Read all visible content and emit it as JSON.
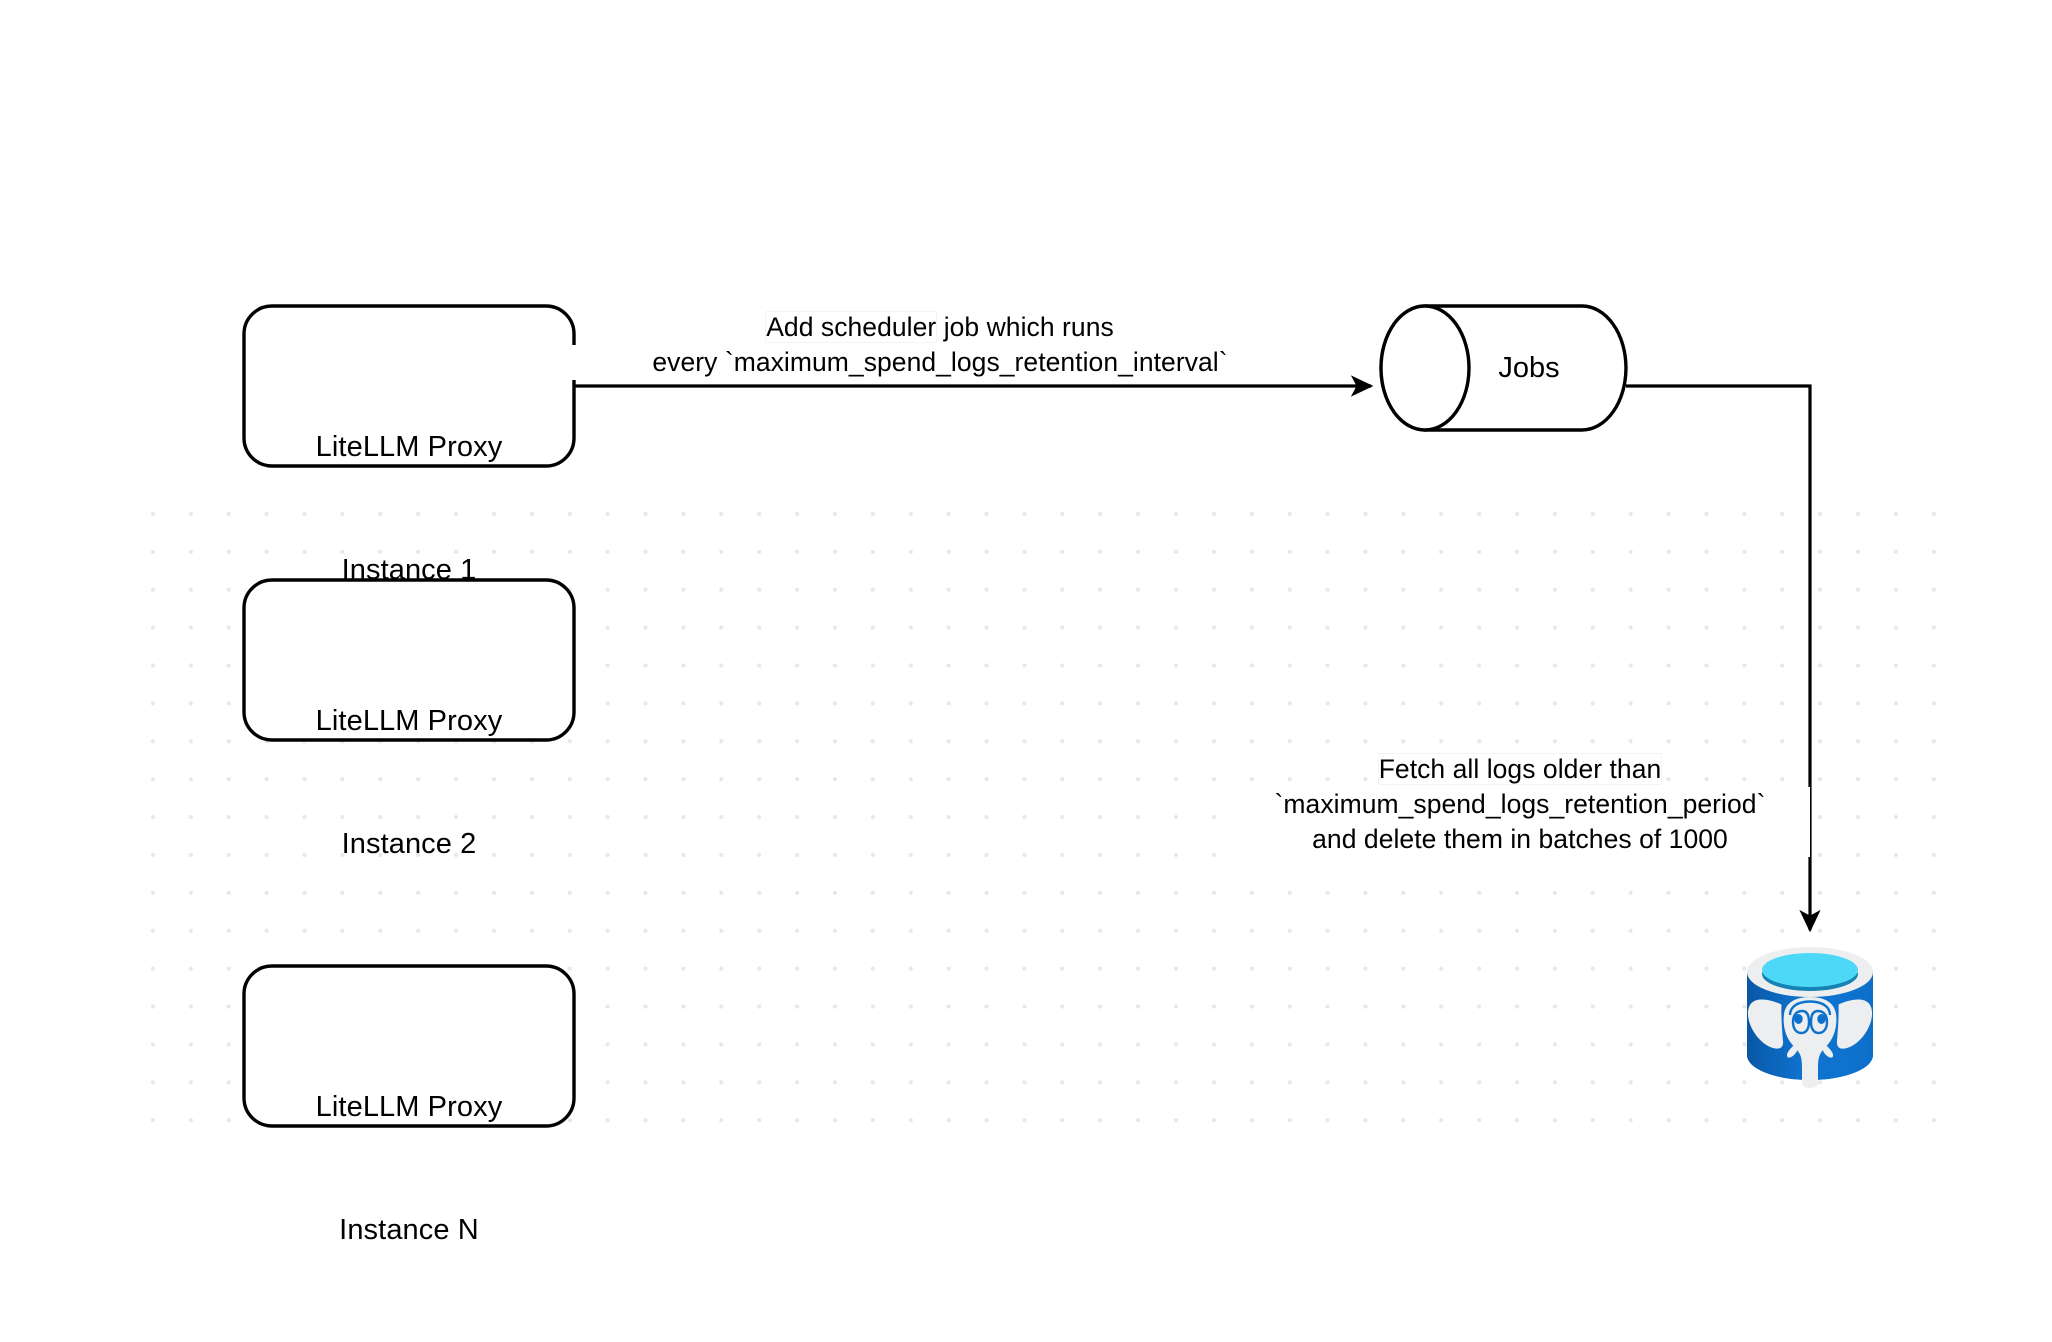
{
  "diagram": {
    "title": "LiteLLM spend logs retention scheduler flow",
    "background": "#ffffff",
    "grid_dot_color": "#e7e8e9",
    "stroke_color": "#000000"
  },
  "nodes": [
    {
      "id": "proxy-1",
      "shape": "rounded-rect",
      "line1": "LiteLLM Proxy",
      "line2": "Instance 1"
    },
    {
      "id": "proxy-2",
      "shape": "rounded-rect",
      "line1": "LiteLLM Proxy",
      "line2": "Instance 2"
    },
    {
      "id": "proxy-n",
      "shape": "rounded-rect",
      "line1": "LiteLLM Proxy",
      "line2": "Instance N"
    },
    {
      "id": "jobs",
      "shape": "cylinder-horizontal",
      "label": "Jobs"
    },
    {
      "id": "postgres",
      "shape": "database-icon",
      "icon": "postgresql-database-icon",
      "colors": {
        "body": "#0e72cd",
        "body_dark": "#0a56a4",
        "rim": "#edeef0",
        "top_fill": "#4ed8f7",
        "top_shadow": "#1783b4",
        "elephant": "#edeef0"
      }
    }
  ],
  "edges": [
    {
      "id": "edge-scheduler",
      "from": "proxy-1",
      "to": "jobs",
      "label_lines": [
        "Add scheduler job which runs",
        "every `maximum_spend_logs_retention_interval`"
      ],
      "label_highlight": "Add scheduler",
      "label_rest": " job which runs"
    },
    {
      "id": "edge-delete",
      "from": "jobs",
      "to": "postgres",
      "label_lines": [
        "Fetch all logs older than",
        "`maximum_spend_logs_retention_period`",
        "and delete them in batches of 1000"
      ],
      "label_highlight": "Fetch all logs older than",
      "label_line2": "`maximum_spend_logs_retention_period`",
      "label_line3": "and delete them in batches of 1000"
    }
  ]
}
